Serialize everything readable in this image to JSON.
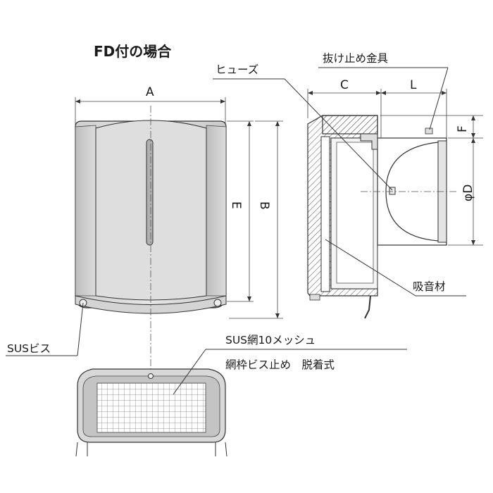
{
  "title": "FD付の場合",
  "dimensions": {
    "a": "A",
    "b": "B",
    "c": "C",
    "d": "φD",
    "e": "E",
    "f": "F",
    "l": "L"
  },
  "callouts": {
    "fuse": "ヒューズ",
    "retainer": "抜け止め金具",
    "sound_absorber": "吸音材",
    "sus_screw": "SUSビス",
    "mesh_line1": "SUS網10メッシュ",
    "mesh_line2": "網枠ビス止め　脱着式"
  }
}
